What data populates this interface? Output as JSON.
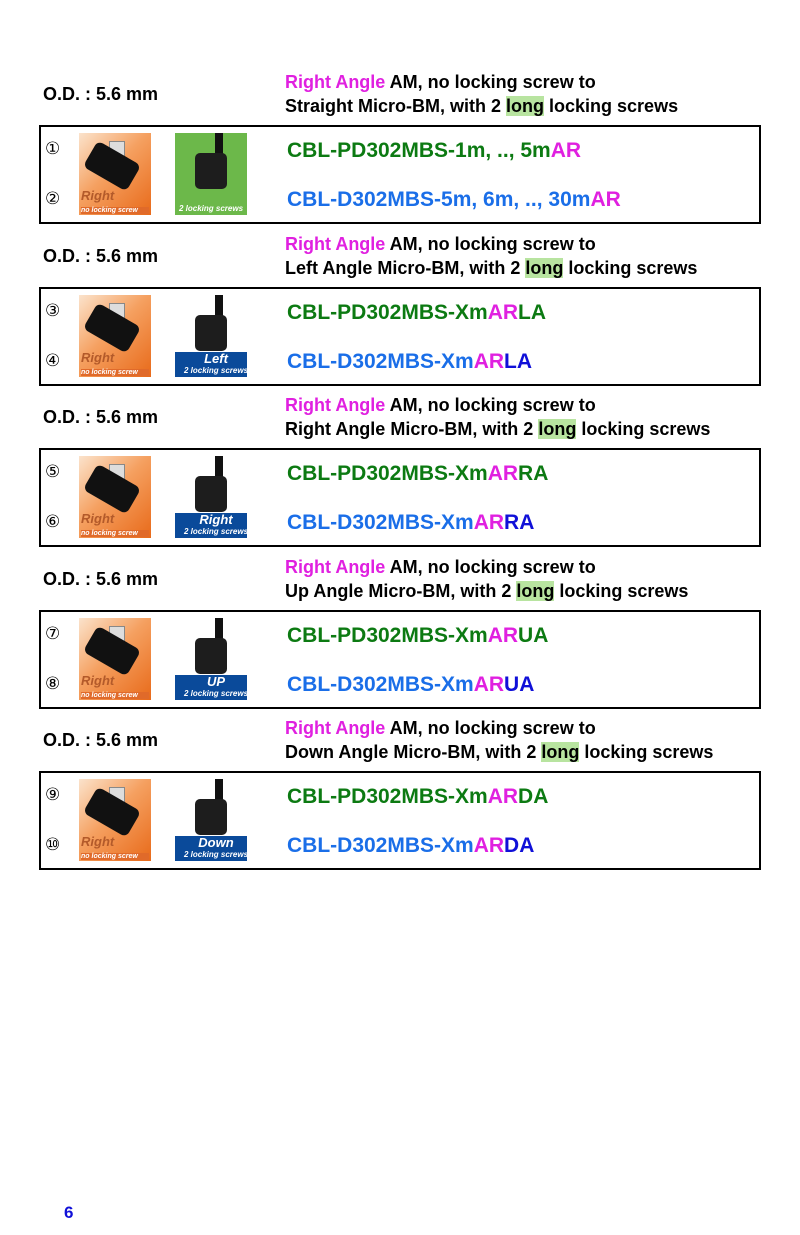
{
  "sections": [
    {
      "od": "O.D. : 5.6 mm",
      "desc_mag": "Right Angle",
      "desc_rest1": " AM, no locking screw to",
      "desc_line2a": "Straight Micro-BM, with 2 ",
      "desc_long": "long",
      "desc_line2b": " locking screws",
      "nums": [
        "①",
        "②"
      ],
      "img1_label": "Right",
      "img1_sub": "no locking screw",
      "img2_tag": "",
      "img2_sub": "2 locking screws",
      "pn1": [
        "CBL-PD302MBS-1m, .., 5m",
        "AR",
        ""
      ],
      "pn2": [
        "CBL-D302MBS-5m, 6m, .., 30m",
        "AR",
        ""
      ]
    },
    {
      "od": "O.D. : 5.6 mm",
      "desc_mag": "Right Angle",
      "desc_rest1": " AM, no locking screw to",
      "desc_line2a": "Left Angle Micro-BM, with 2 ",
      "desc_long": "long",
      "desc_line2b": " locking screws",
      "nums": [
        "③",
        "④"
      ],
      "img1_label": "Right",
      "img1_sub": "no locking screw",
      "img2_tag": "Left",
      "img2_sub": "2 locking screws",
      "pn1": [
        "CBL-PD302MBS-Xm",
        "AR",
        "LA"
      ],
      "pn2": [
        "CBL-D302MBS-Xm",
        "AR",
        "LA"
      ]
    },
    {
      "od": "O.D. : 5.6 mm",
      "desc_mag": "Right Angle",
      "desc_rest1": " AM, no locking screw to",
      "desc_line2a": "Right Angle Micro-BM, with 2 ",
      "desc_long": "long",
      "desc_line2b": " locking screws",
      "nums": [
        "⑤",
        "⑥"
      ],
      "img1_label": "Right",
      "img1_sub": "no locking screw",
      "img2_tag": "Right",
      "img2_sub": "2 locking screws",
      "pn1": [
        "CBL-PD302MBS-Xm",
        "AR",
        "RA"
      ],
      "pn2": [
        "CBL-D302MBS-Xm",
        "AR",
        "RA"
      ]
    },
    {
      "od": "O.D. : 5.6 mm",
      "desc_mag": "Right Angle",
      "desc_rest1": " AM, no locking screw to",
      "desc_line2a": "Up Angle Micro-BM, with 2 ",
      "desc_long": "long",
      "desc_line2b": " locking screws",
      "nums": [
        "⑦",
        "⑧"
      ],
      "img1_label": "Right",
      "img1_sub": "no locking screw",
      "img2_tag": "UP",
      "img2_sub": "2 locking screws",
      "pn1": [
        "CBL-PD302MBS-Xm",
        "AR",
        "UA"
      ],
      "pn2": [
        "CBL-D302MBS-Xm",
        "AR",
        "UA"
      ]
    },
    {
      "od": "O.D. : 5.6 mm",
      "desc_mag": "Right Angle",
      "desc_rest1": " AM, no locking screw to",
      "desc_line2a": "Down Angle Micro-BM, with 2 ",
      "desc_long": "long",
      "desc_line2b": " locking screws",
      "nums": [
        "⑨",
        "⑩"
      ],
      "img1_label": "Right",
      "img1_sub": "no locking screw",
      "img2_tag": "Down",
      "img2_sub": "2 locking screws",
      "pn1": [
        "CBL-PD302MBS-Xm",
        "AR",
        "DA"
      ],
      "pn2": [
        "CBL-D302MBS-Xm",
        "AR",
        "DA"
      ]
    }
  ],
  "page_number": "6",
  "colors": {
    "green": "#0c7a12",
    "blue": "#1a6ee8",
    "magenta": "#e020e0",
    "dark_blue": "#1010d8",
    "highlight": "#b8e4a0"
  }
}
